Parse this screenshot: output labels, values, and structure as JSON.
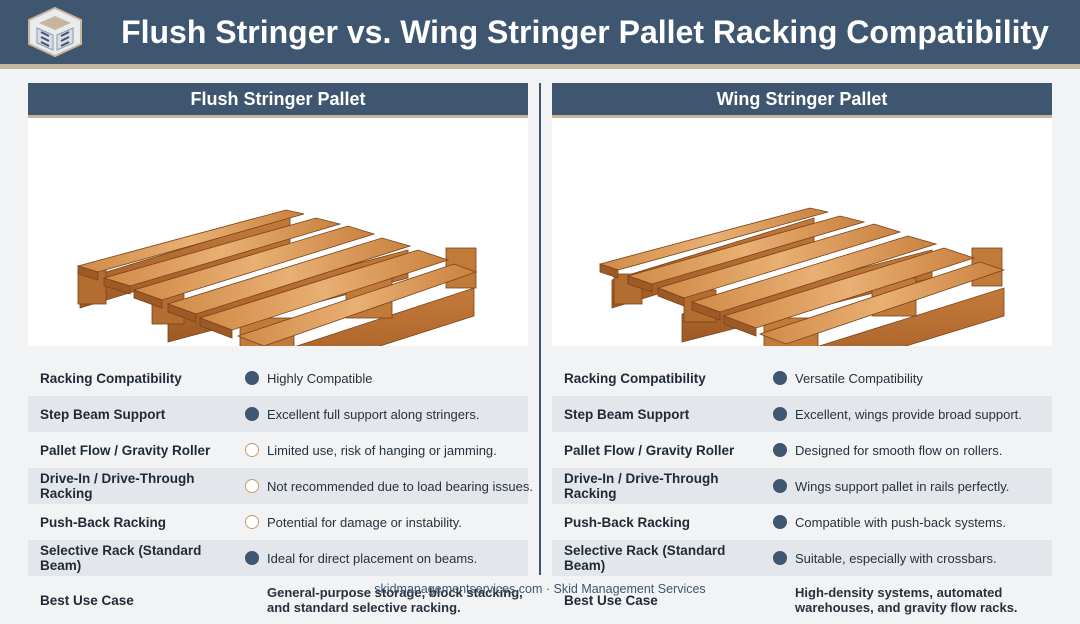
{
  "header": {
    "title": "Flush Stringer vs. Wing Stringer Pallet Racking Compatibility",
    "logo_icon": "skid-management-logo"
  },
  "colors": {
    "header_bg": "#3e5670",
    "accent_line": "#c8b69c",
    "filled_dot": "#3e5670",
    "hollow_dot_border": "#c99a6b",
    "wood_light": "#e3a864",
    "wood_dark": "#a9622a"
  },
  "panels": [
    {
      "title": "Flush Stringer Pallet",
      "rows": [
        {
          "label": "Racking Compatibility",
          "value": "Highly Compatible",
          "status": "filled"
        },
        {
          "label": "Step Beam Support",
          "value": "Excellent full support along stringers.",
          "status": "filled"
        },
        {
          "label": "Pallet Flow / Gravity Roller",
          "value": "Limited use, risk of hanging or jamming.",
          "status": "hollow"
        },
        {
          "label": "Drive-In / Drive-Through Racking",
          "value": "Not recommended due to load bearing issues.",
          "status": "hollow"
        },
        {
          "label": "Push-Back Racking",
          "value": "Potential for damage or instability.",
          "status": "hollow"
        },
        {
          "label": "Selective Rack (Standard Beam)",
          "value": "Ideal for direct placement on beams.",
          "status": "filled"
        },
        {
          "label": "Best Use Case",
          "value": "General-purpose storage, block stacking, and standard selective racking.",
          "status": "none"
        }
      ]
    },
    {
      "title": "Wing Stringer Pallet",
      "rows": [
        {
          "label": "Racking Compatibility",
          "value": "Versatile Compatibility",
          "status": "filled"
        },
        {
          "label": "Step Beam Support",
          "value": "Excellent, wings provide broad support.",
          "status": "filled"
        },
        {
          "label": "Pallet Flow / Gravity Roller",
          "value": "Designed for smooth flow on rollers.",
          "status": "filled"
        },
        {
          "label": "Drive-In / Drive-Through Racking",
          "value": "Wings support pallet in rails perfectly.",
          "status": "filled"
        },
        {
          "label": "Push-Back Racking",
          "value": "Compatible with push-back systems.",
          "status": "filled"
        },
        {
          "label": "Selective Rack (Standard Beam)",
          "value": "Suitable, especially with crossbars.",
          "status": "filled"
        },
        {
          "label": "Best Use Case",
          "value": "High-density systems, automated warehouses, and gravity flow racks.",
          "status": "none"
        }
      ]
    }
  ],
  "footer": {
    "text": "skidmanagementservices.com · Skid Management Services"
  }
}
